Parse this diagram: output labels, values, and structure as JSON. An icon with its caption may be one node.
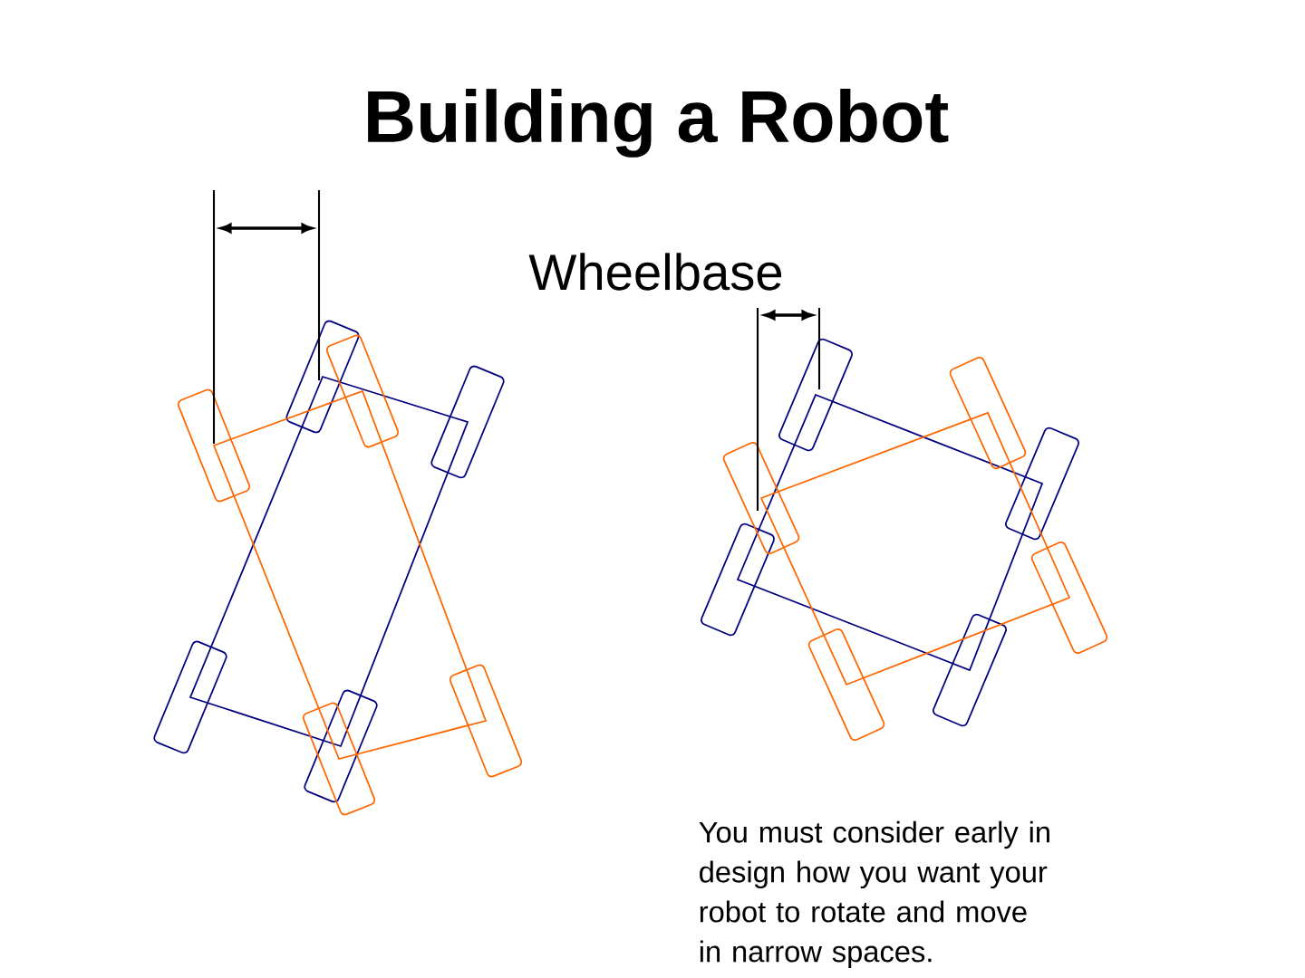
{
  "diagram": {
    "title": "Building a Robot",
    "labels": [
      "Wheelbase",
      "You must consider early in design how you want your robot to rotate and move in narrow spaces."
    ]
  }
}
